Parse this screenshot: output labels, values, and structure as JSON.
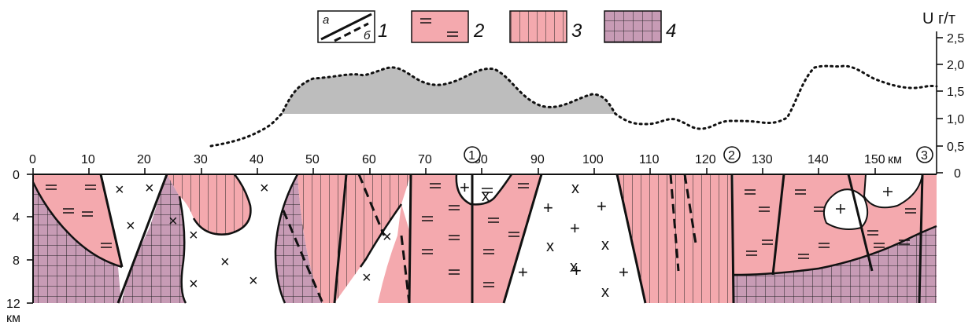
{
  "legend": {
    "items": [
      {
        "number": "1",
        "sub_a": "а",
        "sub_b": "б"
      },
      {
        "number": "2"
      },
      {
        "number": "3"
      },
      {
        "number": "4"
      }
    ]
  },
  "uranium_axis": {
    "title": "U г/т",
    "ticks": [
      "2,5",
      "2,0",
      "1,5",
      "1,0",
      "0,5",
      "0"
    ]
  },
  "distance_axis": {
    "ticks": [
      "0",
      "10",
      "20",
      "30",
      "40",
      "50",
      "60",
      "70",
      "80",
      "90",
      "100",
      "110",
      "120",
      "130",
      "140",
      "150"
    ],
    "unit": "км"
  },
  "depth_axis": {
    "ticks": [
      "0",
      "4",
      "8",
      "12"
    ],
    "unit": "км"
  },
  "markers": [
    "1",
    "2",
    "3"
  ],
  "colors": {
    "pink": "#f4a9ae",
    "purple": "#c79bb5",
    "gray_fill": "#bdbdbd",
    "line": "#111111"
  }
}
